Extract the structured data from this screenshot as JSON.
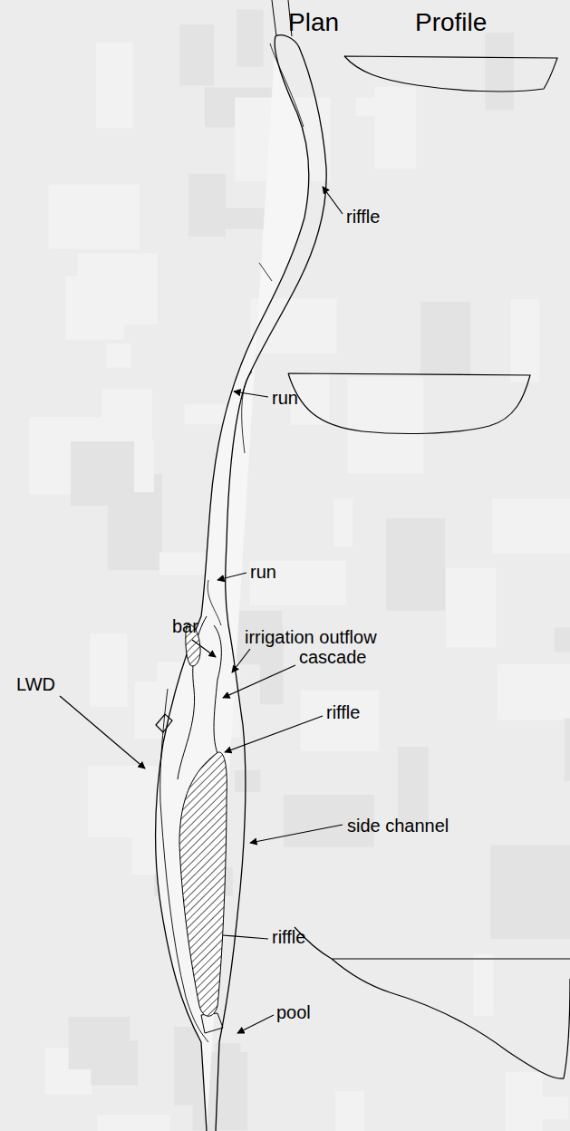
{
  "diagram": {
    "labels": [
      "Plan",
      "Profile",
      "riffle",
      "run",
      "run",
      "bar",
      "irrigation outflow",
      "cascade",
      "riffle",
      "LWD",
      "side channel",
      "riffle",
      "pool"
    ]
  }
}
